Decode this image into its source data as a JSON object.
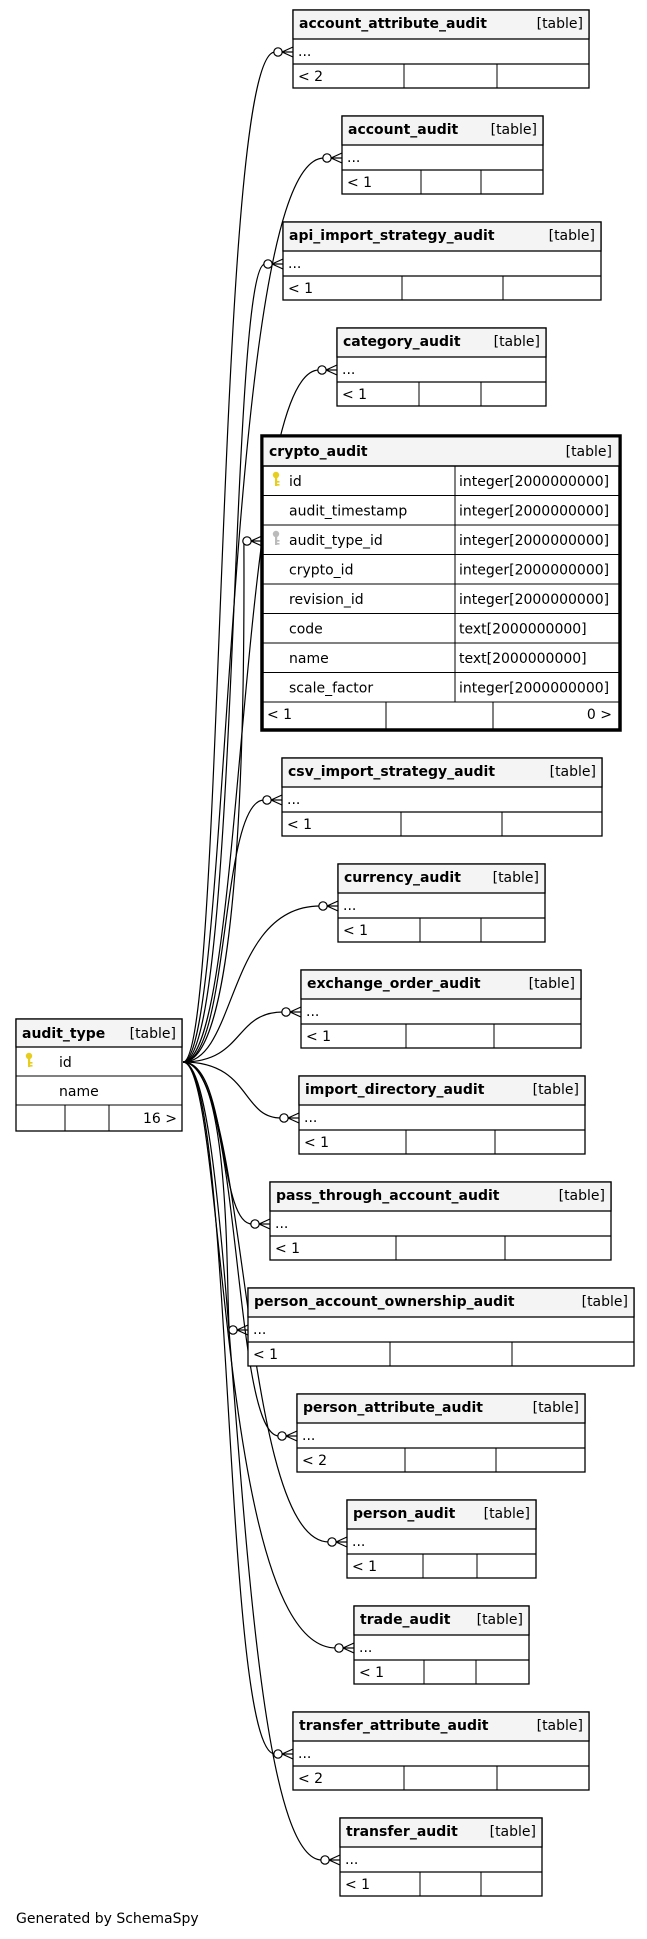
{
  "footer": "Generated by SchemaSpy",
  "colors": {
    "header_bg": "#f4f4f4",
    "border": "#000000",
    "key_icon": "#e6cd1e",
    "fk_icon": "#bbbbbb",
    "background": "#ffffff"
  },
  "audit_type": {
    "name": "audit_type",
    "kind": "[table]",
    "columns": [
      {
        "name": "id",
        "icon": "primary-key-icon"
      },
      {
        "name": "name",
        "icon": ""
      }
    ],
    "footer": [
      "",
      "",
      "16 >"
    ]
  },
  "crypto_audit": {
    "name": "crypto_audit",
    "kind": "[table]",
    "columns": [
      {
        "name": "id",
        "type": "integer[2000000000]",
        "icon": "primary-key-icon"
      },
      {
        "name": "audit_timestamp",
        "type": "integer[2000000000]",
        "icon": ""
      },
      {
        "name": "audit_type_id",
        "type": "integer[2000000000]",
        "icon": "foreign-key-icon"
      },
      {
        "name": "crypto_id",
        "type": "integer[2000000000]",
        "icon": ""
      },
      {
        "name": "revision_id",
        "type": "integer[2000000000]",
        "icon": ""
      },
      {
        "name": "code",
        "type": "text[2000000000]",
        "icon": ""
      },
      {
        "name": "name",
        "type": "text[2000000000]",
        "icon": ""
      },
      {
        "name": "scale_factor",
        "type": "integer[2000000000]",
        "icon": ""
      }
    ],
    "footer": [
      "< 1",
      "",
      "0 >"
    ]
  },
  "collapsed_tables": [
    {
      "name": "account_attribute_audit",
      "kind": "[table]",
      "body": "...",
      "footer": [
        "< 2",
        "",
        ""
      ]
    },
    {
      "name": "account_audit",
      "kind": "[table]",
      "body": "...",
      "footer": [
        "< 1",
        "",
        ""
      ]
    },
    {
      "name": "api_import_strategy_audit",
      "kind": "[table]",
      "body": "...",
      "footer": [
        "< 1",
        "",
        ""
      ]
    },
    {
      "name": "category_audit",
      "kind": "[table]",
      "body": "...",
      "footer": [
        "< 1",
        "",
        ""
      ]
    },
    {
      "name": "csv_import_strategy_audit",
      "kind": "[table]",
      "body": "...",
      "footer": [
        "< 1",
        "",
        ""
      ]
    },
    {
      "name": "currency_audit",
      "kind": "[table]",
      "body": "...",
      "footer": [
        "< 1",
        "",
        ""
      ]
    },
    {
      "name": "exchange_order_audit",
      "kind": "[table]",
      "body": "...",
      "footer": [
        "< 1",
        "",
        ""
      ]
    },
    {
      "name": "import_directory_audit",
      "kind": "[table]",
      "body": "...",
      "footer": [
        "< 1",
        "",
        ""
      ]
    },
    {
      "name": "pass_through_account_audit",
      "kind": "[table]",
      "body": "...",
      "footer": [
        "< 1",
        "",
        ""
      ]
    },
    {
      "name": "person_account_ownership_audit",
      "kind": "[table]",
      "body": "...",
      "footer": [
        "< 1",
        "",
        ""
      ]
    },
    {
      "name": "person_attribute_audit",
      "kind": "[table]",
      "body": "...",
      "footer": [
        "< 2",
        "",
        ""
      ]
    },
    {
      "name": "person_audit",
      "kind": "[table]",
      "body": "...",
      "footer": [
        "< 1",
        "",
        ""
      ]
    },
    {
      "name": "trade_audit",
      "kind": "[table]",
      "body": "...",
      "footer": [
        "< 1",
        "",
        ""
      ]
    },
    {
      "name": "transfer_attribute_audit",
      "kind": "[table]",
      "body": "...",
      "footer": [
        "< 2",
        "",
        ""
      ]
    },
    {
      "name": "transfer_audit",
      "kind": "[table]",
      "body": "...",
      "footer": [
        "< 1",
        "",
        ""
      ]
    }
  ]
}
